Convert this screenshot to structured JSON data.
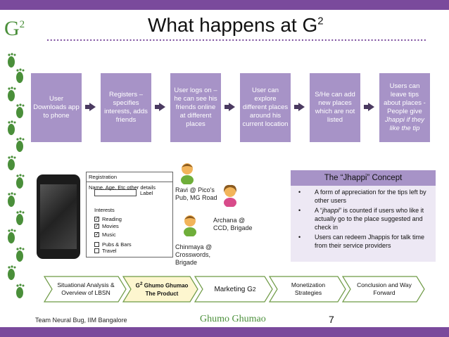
{
  "slide": {
    "logo_text": "G",
    "logo_sup": "2",
    "title_text": "What happens at G",
    "title_sup": "2"
  },
  "steps": [
    {
      "text": "User Downloads app to phone"
    },
    {
      "text": "Registers – specifies interests, adds friends"
    },
    {
      "text": "User logs on – he can see his friends online at different places"
    },
    {
      "text": "User can explore different places around his current location"
    },
    {
      "text": "S/He can add new places which are not listed"
    },
    {
      "text": "Users can leave tips about places - People give",
      "italic": "Jhappi if they like the tip"
    }
  ],
  "registration": {
    "heading": "Registration",
    "fields_label": "Name, Age, Etc other details",
    "box_label": "Label",
    "interests_label": "Interests",
    "options": [
      {
        "label": "Reading",
        "checked": true
      },
      {
        "label": "Movies",
        "checked": true
      },
      {
        "label": "Music",
        "checked": true
      },
      {
        "label": "Pubs & Bars",
        "checked": false
      },
      {
        "label": "Travel",
        "checked": false
      }
    ]
  },
  "friends": [
    {
      "line1": "Ravi @ Pico's",
      "line2": "Pub, MG Road",
      "line3": ""
    },
    {
      "line1": "Archana @",
      "line2": "CCD, Brigade",
      "line3": ""
    },
    {
      "line1": "Chinmaya @",
      "line2": "Crosswords,",
      "line3": "Brigade"
    }
  ],
  "concept": {
    "heading": "The “Jhappi” Concept",
    "bullet_char": "•",
    "b1": "A form of appreciation for the tips left by other users",
    "b2_pre": "A “",
    "b2_it": "jhappi",
    "b2_post": "” is counted if users who like it actually go to the place suggested and check in",
    "b3": "Users can redeem Jhappis for talk time from their service providers"
  },
  "process": [
    {
      "label": "Situational Analysis & Overview of LBSN"
    },
    {
      "label_pre": "G",
      "label_sup": "2",
      "label_line1": " Ghumo Ghumao",
      "label_line2": "The Product"
    },
    {
      "label": "Marketing G",
      "label_sup": "2"
    },
    {
      "label": "Monetization Strategies"
    },
    {
      "label": "Conclusion and Way Forward"
    }
  ],
  "footer": {
    "left": "Team Neural Bug, IIM Bangalore",
    "brand": "Ghumo Ghumao",
    "page_number": "7"
  },
  "colors": {
    "accent_purple": "#7a4a9c",
    "step_fill": "#a793c7",
    "brand_green": "#4a8f3a",
    "active_chevron": "#fdf6cf"
  }
}
